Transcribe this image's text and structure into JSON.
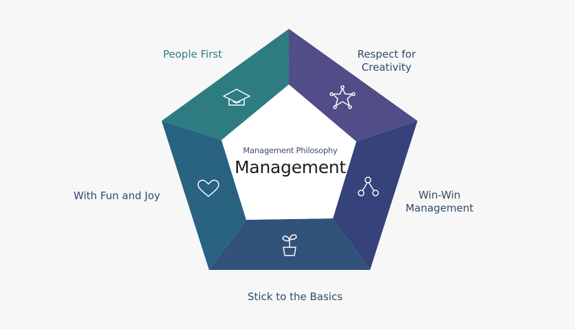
{
  "center": {
    "subtitle": "Management Philosophy",
    "title": "Management"
  },
  "segments": [
    {
      "label": "People First",
      "icon": "graduation-cap-icon",
      "color": "#2a7a80"
    },
    {
      "label": "Respect for\nCreativity",
      "icon": "star-network-icon",
      "color": "#4f4a86"
    },
    {
      "label": "Win-Win\nManagement",
      "icon": "share-nodes-icon",
      "color": "#333f78"
    },
    {
      "label": "Stick to the Basics",
      "icon": "sprout-pot-icon",
      "color": "#2e4f78"
    },
    {
      "label": "With Fun and Joy",
      "icon": "heart-icon",
      "color": "#25607e"
    }
  ]
}
